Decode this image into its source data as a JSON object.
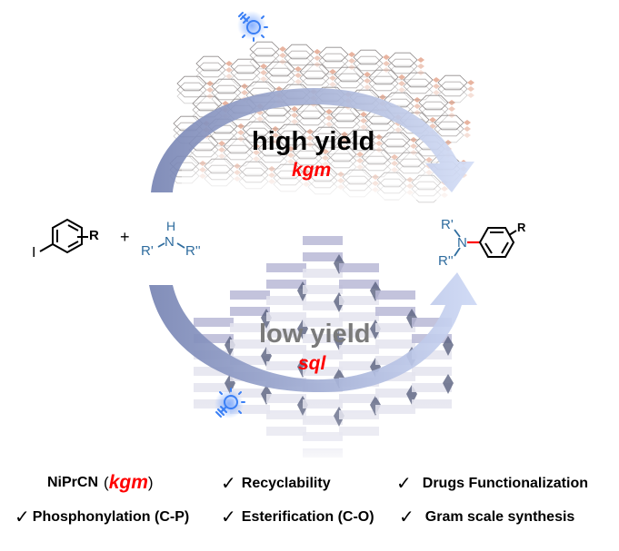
{
  "reaction": {
    "reactant1": {
      "substituent": "R",
      "leaving_group": "I"
    },
    "plus": "+",
    "reactant2": {
      "h": "H",
      "n": "N",
      "r1": "R'",
      "r2": "R''"
    },
    "product": {
      "n": "N",
      "r1": "R'",
      "r2": "R''",
      "substituent": "R"
    }
  },
  "pathways": {
    "top": {
      "label": "high yield",
      "topology": "kgm"
    },
    "bottom": {
      "label": "low yield",
      "topology": "sql"
    }
  },
  "icons": {
    "top_light": "light-bulb-icon",
    "bottom_light": "light-bulb-icon"
  },
  "features": {
    "catalyst_name": "NiPrCN",
    "catalyst_paren_open": "(",
    "catalyst_topology": "kgm",
    "catalyst_paren_close": ")",
    "check_mark": "✓",
    "items": [
      "Recyclability",
      "Drugs Functionalization",
      "Phosphonylation (C-P)",
      "Esterification (C-O)",
      "Gram scale synthesis"
    ]
  },
  "colors": {
    "arrow_dark": "#7f8cb8",
    "arrow_light": "#c9d5f3",
    "kgm_node": "#e8b4a0",
    "sql_node": "#9c9fc8",
    "chem_blue": "#2e6c9e",
    "accent_red": "#ff0000",
    "bulb_blue": "#3a7ff5"
  }
}
